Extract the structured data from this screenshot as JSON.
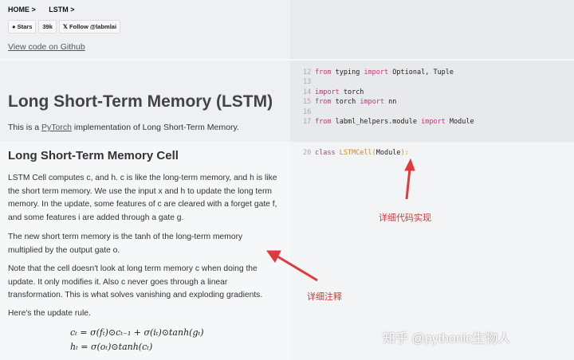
{
  "breadcrumb": [
    "HOME >",
    "LSTM >"
  ],
  "badges": {
    "stars": "Stars",
    "count": "39k",
    "follow": "Follow @labmlai"
  },
  "view_code": "View code on Github",
  "title": "Long Short-Term Memory (LSTM)",
  "intro": {
    "pre": "This is a ",
    "link": "PyTorch",
    "post": " implementation of Long Short-Term Memory."
  },
  "code_imports": [
    {
      "n": "12",
      "parts": [
        [
          "kw",
          "from"
        ],
        [
          "",
          " typing "
        ],
        [
          "kw",
          "import"
        ],
        [
          "",
          " Optional, Tuple"
        ]
      ]
    },
    {
      "n": "13",
      "parts": []
    },
    {
      "n": "14",
      "parts": [
        [
          "kw",
          "import"
        ],
        [
          "",
          " torch"
        ]
      ]
    },
    {
      "n": "15",
      "parts": [
        [
          "kw",
          "from"
        ],
        [
          "",
          " torch "
        ],
        [
          "kw",
          "import"
        ],
        [
          "",
          " nn"
        ]
      ]
    },
    {
      "n": "16",
      "parts": []
    },
    {
      "n": "17",
      "parts": [
        [
          "kw",
          "from"
        ],
        [
          "",
          " labml_helpers.module "
        ],
        [
          "kw",
          "import"
        ],
        [
          "",
          " Module"
        ]
      ]
    }
  ],
  "code_class": {
    "n": "20",
    "kw": "class",
    "name": "LSTMCell",
    "arg": "Module",
    "end": "):"
  },
  "section": {
    "title": "Long Short-Term Memory Cell",
    "p1": "LSTM Cell computes c, and h. c is like the long-term memory, and h is like the short term memory. We use the input x and h to update the long term memory. In the update, some features of c are cleared with a forget gate f, and some features i are added through a gate g.",
    "p2": "The new short term memory is the tanh of the long-term memory multiplied by the output gate o.",
    "p3": "Note that the cell doesn't look at long term memory c when doing the update. It only modifies it. Also c never goes through a linear transformation. This is what solves vanishing and exploding gradients.",
    "p4": "Here's the update rule.",
    "eq1": "cₜ = σ(fₜ)⊙cₜ₋₁ + σ(iₜ)⊙tanh(gₜ)",
    "eq2": "hₜ = σ(oₜ)⊙tanh(cₜ)"
  },
  "annotations": {
    "code": "详细代码实现",
    "comments": "详细注释",
    "watermark": "知乎 @pythonic生物人"
  },
  "colors": {
    "annotation": "#dd3333",
    "keyword": "#c0387a",
    "class_name": "#d98a1a"
  }
}
